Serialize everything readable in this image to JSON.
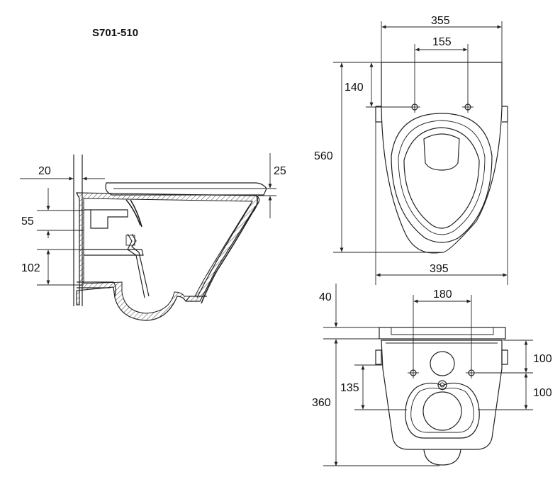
{
  "model": "S701-510",
  "side_view": {
    "dims": {
      "d20": "20",
      "d25": "25",
      "d55": "55",
      "d102": "102"
    }
  },
  "top_view": {
    "dims": {
      "d355": "355",
      "d155": "155",
      "d140": "140",
      "d560": "560",
      "d395": "395"
    }
  },
  "rear_view": {
    "dims": {
      "d40": "40",
      "d180": "180",
      "d100a": "100",
      "d100b": "100",
      "d135": "135",
      "d360": "360"
    }
  }
}
